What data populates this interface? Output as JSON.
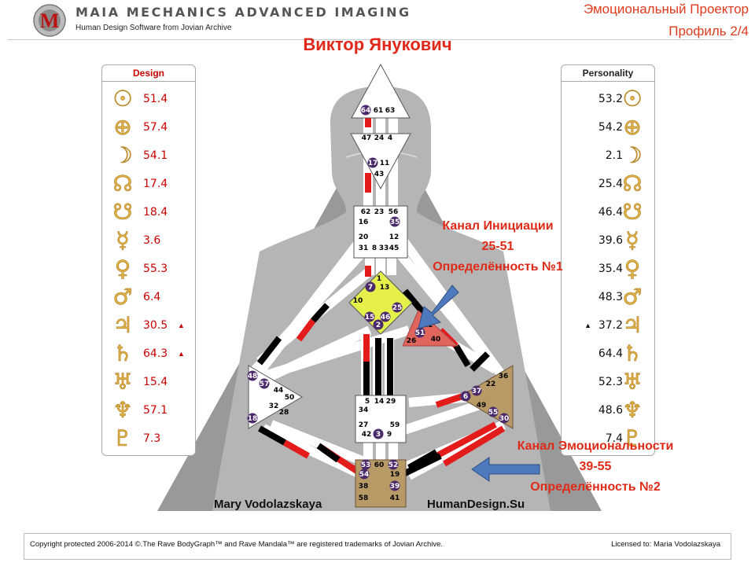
{
  "header": {
    "app_title": "Maia Mechanics Advanced Imaging",
    "subtitle": "Human Design Software from Jovian Archive",
    "logo_letter": "M",
    "type_label": "Эмоциональный Проектор",
    "profile_label": "Профиль 2/4"
  },
  "person_name": "Виктор Янукович",
  "design": {
    "title": "Design",
    "rows": [
      {
        "planet": "sun",
        "glyph": "☉",
        "value": "51.4",
        "marker": ""
      },
      {
        "planet": "earth",
        "glyph": "⊕",
        "value": "57.4",
        "marker": ""
      },
      {
        "planet": "moon",
        "glyph": "☽",
        "value": "54.1",
        "marker": ""
      },
      {
        "planet": "north-node",
        "glyph": "☊",
        "value": "17.4",
        "marker": ""
      },
      {
        "planet": "south-node",
        "glyph": "☋",
        "value": "18.4",
        "marker": ""
      },
      {
        "planet": "mercury",
        "glyph": "☿",
        "value": "3.6",
        "marker": ""
      },
      {
        "planet": "venus",
        "glyph": "♀",
        "value": "55.3",
        "marker": ""
      },
      {
        "planet": "mars",
        "glyph": "♂",
        "value": "6.4",
        "marker": ""
      },
      {
        "planet": "jupiter",
        "glyph": "♃",
        "value": "30.5",
        "marker": "▲"
      },
      {
        "planet": "saturn",
        "glyph": "♄",
        "value": "64.3",
        "marker": "▲"
      },
      {
        "planet": "uranus",
        "glyph": "♅",
        "value": "15.4",
        "marker": ""
      },
      {
        "planet": "neptune",
        "glyph": "♆",
        "value": "57.1",
        "marker": ""
      },
      {
        "planet": "pluto",
        "glyph": "♇",
        "value": "7.3",
        "marker": ""
      }
    ]
  },
  "personality": {
    "title": "Personality",
    "rows": [
      {
        "planet": "sun",
        "glyph": "☉",
        "value": "53.2",
        "marker": ""
      },
      {
        "planet": "earth",
        "glyph": "⊕",
        "value": "54.2",
        "marker": ""
      },
      {
        "planet": "moon",
        "glyph": "☽",
        "value": "2.1",
        "marker": ""
      },
      {
        "planet": "north-node",
        "glyph": "☊",
        "value": "25.4",
        "marker": ""
      },
      {
        "planet": "south-node",
        "glyph": "☋",
        "value": "46.4",
        "marker": ""
      },
      {
        "planet": "mercury",
        "glyph": "☿",
        "value": "39.6",
        "marker": ""
      },
      {
        "planet": "venus",
        "glyph": "♀",
        "value": "35.4",
        "marker": ""
      },
      {
        "planet": "mars",
        "glyph": "♂",
        "value": "48.3",
        "marker": ""
      },
      {
        "planet": "jupiter",
        "glyph": "♃",
        "value": "37.2",
        "marker": "▲"
      },
      {
        "planet": "saturn",
        "glyph": "♄",
        "value": "64.4",
        "marker": ""
      },
      {
        "planet": "uranus",
        "glyph": "♅",
        "value": "52.3",
        "marker": ""
      },
      {
        "planet": "neptune",
        "glyph": "♆",
        "value": "48.6",
        "marker": ""
      },
      {
        "planet": "pluto",
        "glyph": "♇",
        "value": "7.4",
        "marker": ""
      }
    ]
  },
  "annotations": {
    "channel1": {
      "title": "Канал Инициации",
      "numbers": "25-51",
      "note": "Определённость №1"
    },
    "channel2": {
      "title": "Канал Эмоциональности",
      "numbers": "39-55",
      "note": "Определённость №2"
    }
  },
  "signatures": {
    "left": "Mary Vodolazskaya",
    "right": "HumanDesign.Su"
  },
  "footer": {
    "copyright": "Copyright protected 2006-2014 ©.The Rave BodyGraph™ and Rave Mandala™ are registered trademarks of Jovian Archive.",
    "licensed": "Licensed to: Maria Vodolazskaya"
  },
  "colors": {
    "accent_red": "#e02a18",
    "design_red": "#cc0000",
    "g_center": "#e6f04a",
    "heart_center": "#e0655c",
    "motor_center": "#b89a66",
    "gate_circle": "#4b2a6b",
    "arrow_blue": "#4e79bc"
  },
  "centers": {
    "head": {
      "gates": [
        "64",
        "61",
        "63"
      ],
      "activated": [
        "64"
      ]
    },
    "ajna": {
      "gates": [
        "47",
        "24",
        "4",
        "17",
        "11",
        "43"
      ],
      "activated": [
        "17"
      ]
    },
    "throat": {
      "gates": [
        "62",
        "23",
        "56",
        "16",
        "35",
        "20",
        "12",
        "31",
        "8",
        "33",
        "45"
      ],
      "activated": [
        "35"
      ]
    },
    "g": {
      "gates": [
        "1",
        "7",
        "13",
        "10",
        "15",
        "46",
        "2",
        "25"
      ],
      "activated": [
        "7",
        "15",
        "46",
        "2",
        "25"
      ]
    },
    "heart": {
      "gates": [
        "21",
        "51",
        "26",
        "40"
      ],
      "activated": [
        "51"
      ]
    },
    "spleen": {
      "gates": [
        "48",
        "57",
        "44",
        "50",
        "28",
        "32",
        "18"
      ],
      "activated": [
        "48",
        "57",
        "18"
      ]
    },
    "solar_plexus": {
      "gates": [
        "36",
        "22",
        "37",
        "6",
        "49",
        "55",
        "30"
      ],
      "activated": [
        "37",
        "6",
        "55",
        "30"
      ]
    },
    "sacral": {
      "gates": [
        "5",
        "14",
        "29",
        "34",
        "27",
        "59",
        "42",
        "3",
        "9"
      ],
      "activated": [
        "3"
      ]
    },
    "root": {
      "gates": [
        "53",
        "60",
        "52",
        "54",
        "19",
        "38",
        "39",
        "58",
        "41"
      ],
      "activated": [
        "53",
        "52",
        "54",
        "39"
      ]
    }
  }
}
